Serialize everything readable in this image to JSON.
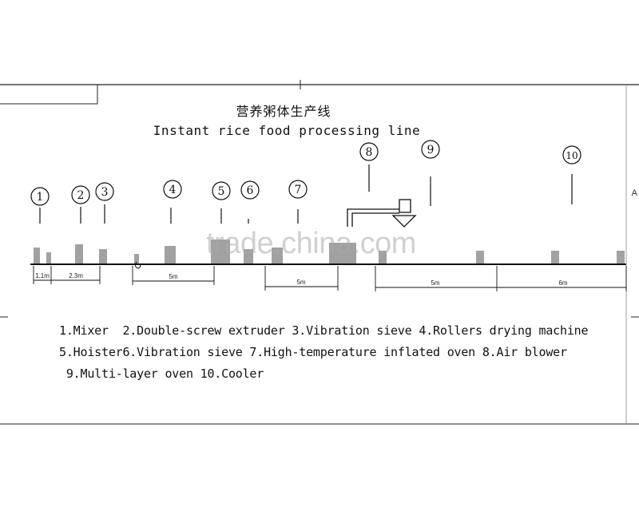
{
  "title": {
    "chinese": "营养粥体生产线",
    "english": "Instant rice food processing line"
  },
  "stations": [
    "1",
    "2",
    "3",
    "4",
    "5",
    "6",
    "7",
    "8",
    "9",
    "10"
  ],
  "dimensions": [
    "1.1m",
    "2.3m",
    "5m",
    "5m",
    "5m",
    "6m"
  ],
  "legend": {
    "line1": "1.Mixer  2.Double-screw extruder 3.Vibration sieve 4.Rollers drying machine",
    "line2": "5.Hoister6.Vibration sieve 7.High-temperature inflated oven 8.Air blower",
    "line3": " 9.Multi-layer oven 10.Cooler"
  },
  "watermark": "trade.china.com",
  "edge_mark": "A"
}
